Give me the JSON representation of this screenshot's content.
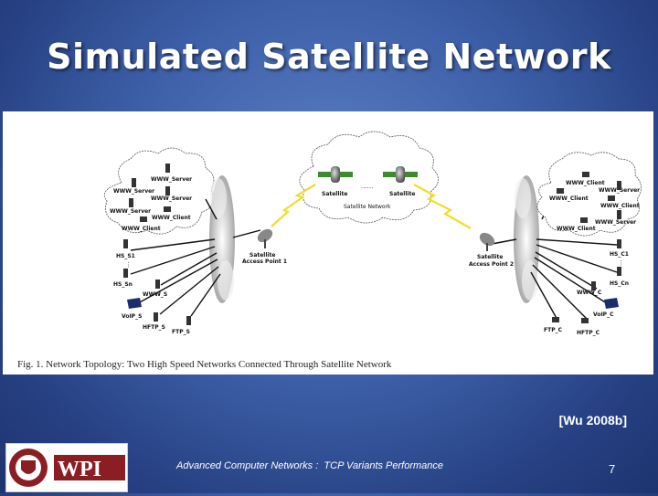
{
  "slide": {
    "title": "Simulated Satellite Network",
    "citation": "[Wu 2008b]",
    "footer": "Advanced Computer Networks :  TCP Variants Performance",
    "page_number": "7"
  },
  "logo": {
    "text": "WPI"
  },
  "figure": {
    "caption": "Fig. 1.   Network Topology: Two High Speed Networks Connected Through Satellite Network",
    "satellite_network_label": "Satellite Network",
    "satellite_label": "Satellite",
    "access_point_1": [
      "Satellite",
      "Access Point 1"
    ],
    "access_point_2": [
      "Satellite",
      "Access Point 2"
    ],
    "ellipsis": "......",
    "left_cloud_labels": [
      "WWW_Server",
      "WWW_Server",
      "WWW_Server",
      "WWW_Server",
      "WWW_Client",
      "WWW_Client"
    ],
    "left_nodes": [
      "HS_S1",
      "HS_Sn",
      "WWW_S",
      "VoIP_S",
      "HFTP_S",
      "FTP_S"
    ],
    "right_cloud_labels": [
      "WWW_Client",
      "WWW_Server",
      "WWW_Client",
      "WWW_Client",
      "WWW_Server",
      "WWW_Client"
    ],
    "right_nodes": [
      "HS_C1",
      "HS_Cn",
      "WWW_C",
      "VoIP_C",
      "HFTP_C",
      "FTP_C"
    ]
  }
}
